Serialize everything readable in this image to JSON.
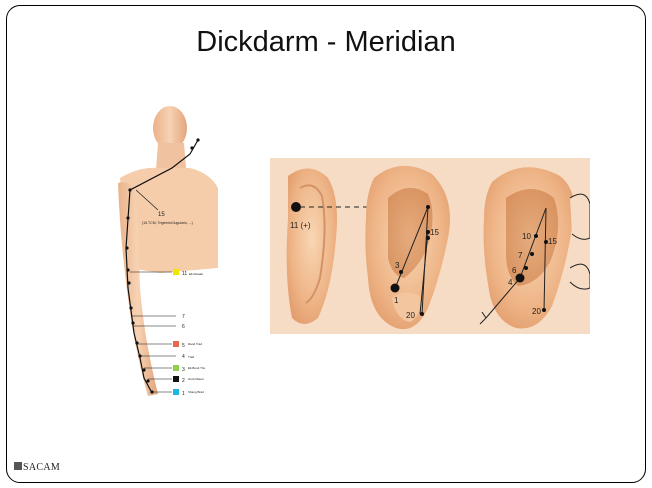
{
  "slide": {
    "title": "Dickdarm - Meridian"
  },
  "body_figure": {
    "labels": {
      "point_15": "15",
      "point_15_caption": "(15.TCM, Trigemini/Jugularis, ...)",
      "point_11": "11",
      "point_11_name": "Ell-Mosaik",
      "point_7": "7",
      "point_6": "6",
      "point_5": "5",
      "point_5_name": "Rand Trad",
      "point_4": "4",
      "point_4_name": "Trad",
      "point_3": "3",
      "point_3_name": "Ell-Bund Tris",
      "point_2": "2",
      "point_2_name": "Grob Mauer",
      "point_1": "1",
      "point_1_name": "Shang Brad"
    },
    "marker_colors": {
      "point_11": "#f2e600",
      "point_5": "#e8684f",
      "point_3": "#8fd14f",
      "point_2": "#111111",
      "point_1": "#1fb7e0"
    }
  },
  "ear_diagrams": {
    "left_ear": {
      "label_11": "11 (+)"
    },
    "middle_ear": {
      "label_15": "15",
      "label_3": "3",
      "label_1": "1",
      "label_20": "20"
    },
    "right_ear": {
      "label_10": "10",
      "label_15": "15",
      "label_7": "7",
      "label_6": "6",
      "label_4": "4",
      "label_20": "20"
    }
  },
  "footer": {
    "logo_text": "SACAM"
  }
}
